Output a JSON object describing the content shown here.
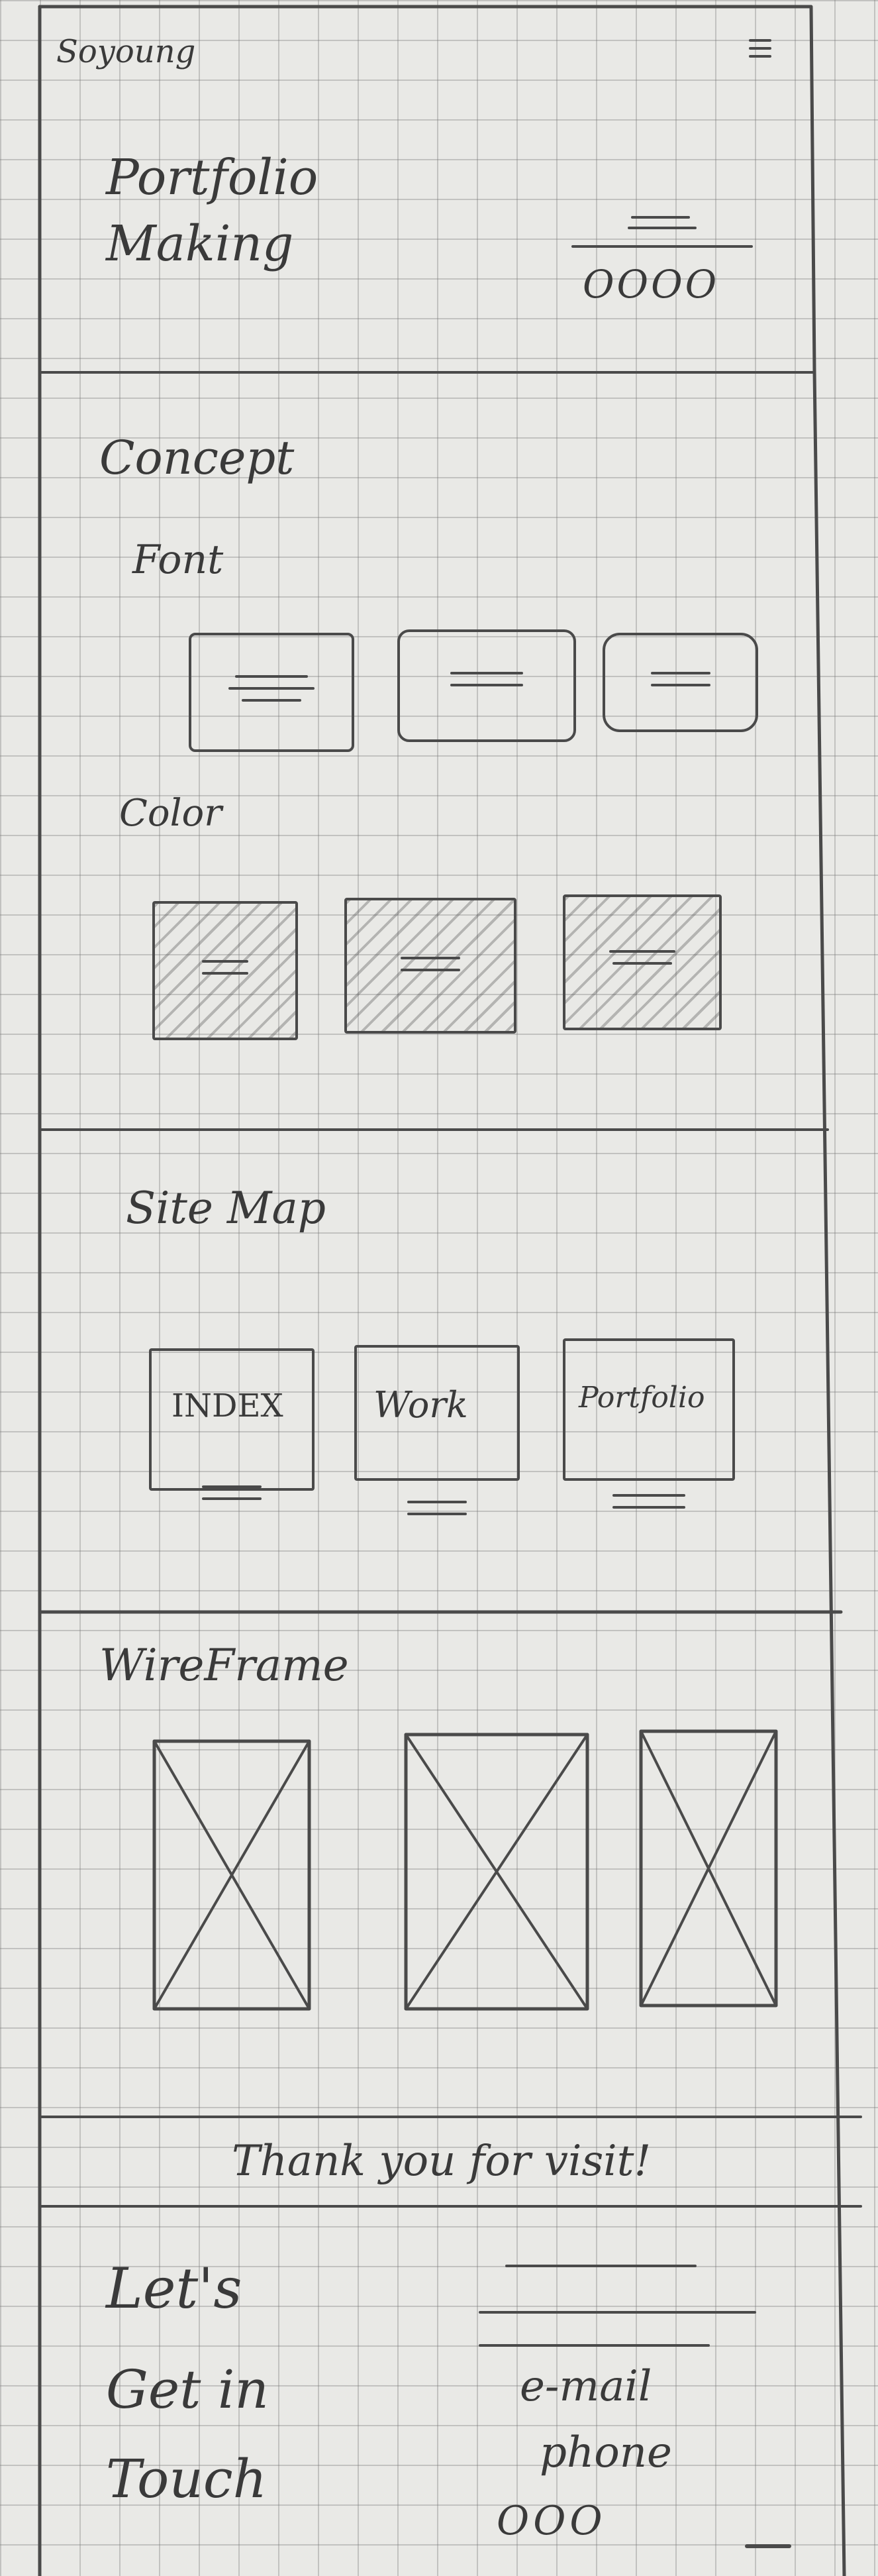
{
  "header": {
    "brand": "Soyoung",
    "menu_icon": "hamburger-menu-icon",
    "title_line1": "Portfolio",
    "title_line2": "Making",
    "slider_indicator": "OOOO"
  },
  "concept": {
    "title": "Concept",
    "font_label": "Font",
    "color_label": "Color"
  },
  "sitemap": {
    "title": "Site Map",
    "items": [
      "INDEX",
      "Work",
      "Portfolio"
    ]
  },
  "wireframe": {
    "title": "WireFrame",
    "image_placeholder_icon": "image-placeholder-icon"
  },
  "thanks": {
    "message": "Thank you for visit!"
  },
  "contact": {
    "title_line1": "Let's",
    "title_line2": "Get in",
    "title_line3": "Touch",
    "email_label": "e-mail",
    "phone_label": "phone",
    "extra_label": "OOO"
  },
  "colors": {
    "paper": "#e9e9e6",
    "pencil": "#4a4a4a"
  }
}
